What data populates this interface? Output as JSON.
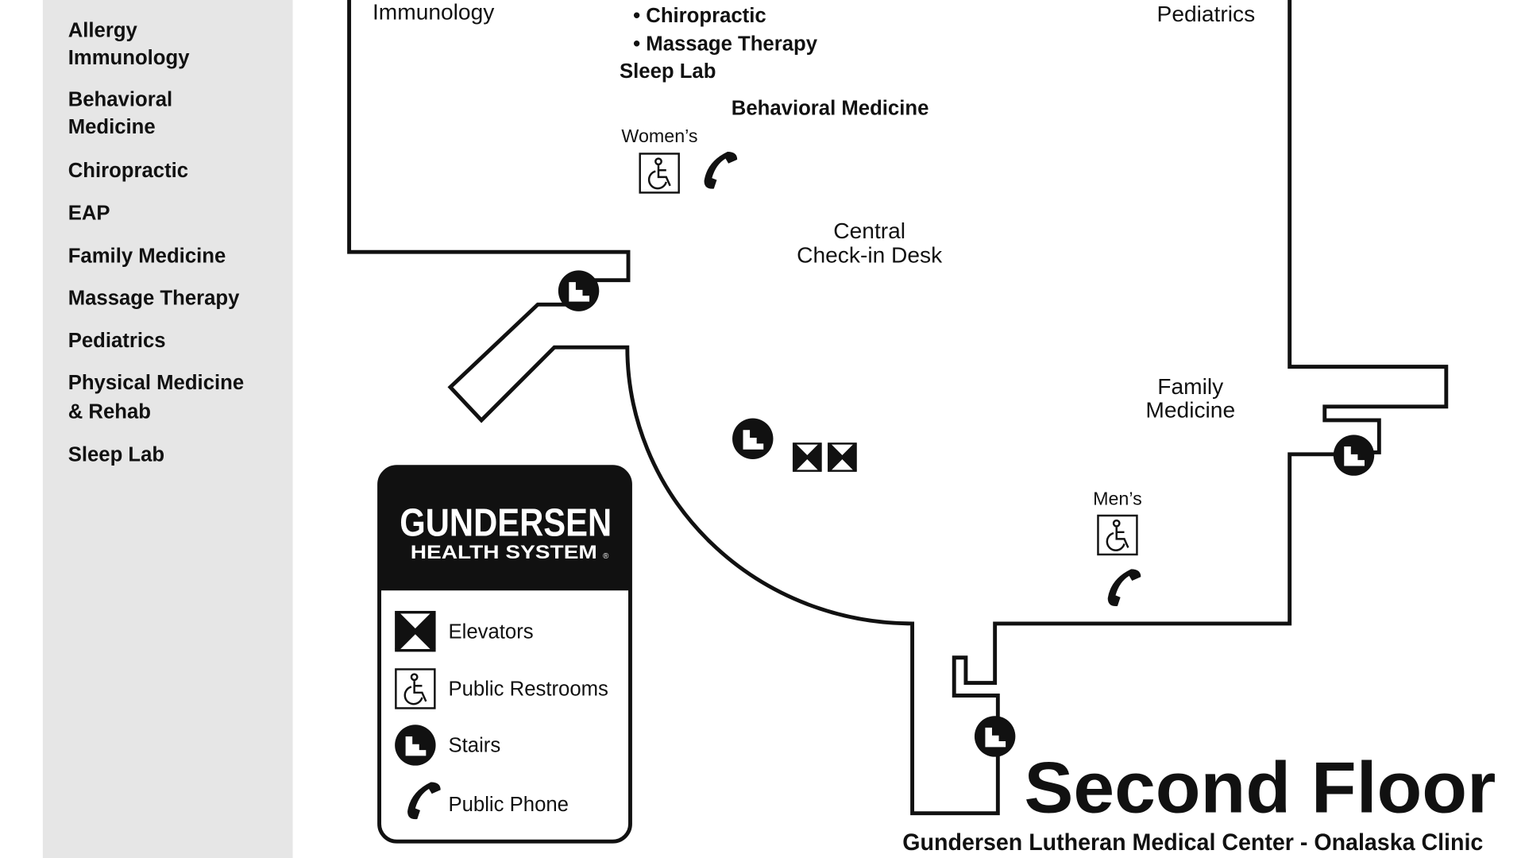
{
  "sidebar": {
    "items": [
      {
        "lines": [
          "Allergy",
          "Immunology"
        ]
      },
      {
        "lines": [
          "Behavioral",
          "Medicine"
        ]
      },
      {
        "lines": [
          "Chiropractic"
        ]
      },
      {
        "lines": [
          "EAP"
        ]
      },
      {
        "lines": [
          "Family Medicine"
        ]
      },
      {
        "lines": [
          "Massage Therapy"
        ]
      },
      {
        "lines": [
          "Pediatrics"
        ]
      },
      {
        "lines": [
          "Physical Medicine",
          "& Rehab"
        ]
      },
      {
        "lines": [
          "Sleep Lab"
        ]
      }
    ]
  },
  "map": {
    "labels": {
      "immunology": "Immunology",
      "chiropractic": "• Chiropractic",
      "massage": "• Massage Therapy",
      "sleep_lab": "Sleep Lab",
      "behavioral": "Behavioral Medicine",
      "womens": "Women’s",
      "central_1": "Central",
      "central_2": "Check-in Desk",
      "pediatrics": "Pediatrics",
      "family_1": "Family",
      "family_2": "Medicine",
      "mens": "Men’s"
    },
    "title": "Second Floor",
    "subtitle": "Gundersen Lutheran Medical Center - Onalaska Clinic"
  },
  "legend": {
    "brand_1": "GUNDERSEN",
    "brand_2": "HEALTH SYSTEM",
    "brand_mark": "®",
    "items": [
      {
        "icon": "elevator-icon",
        "label": "Elevators"
      },
      {
        "icon": "restroom-icon",
        "label": "Public Restrooms"
      },
      {
        "icon": "stairs-icon",
        "label": "Stairs"
      },
      {
        "icon": "phone-icon",
        "label": "Public Phone"
      }
    ]
  },
  "colors": {
    "sidebar_bg": "#e6e6e6",
    "ink": "#111111"
  }
}
